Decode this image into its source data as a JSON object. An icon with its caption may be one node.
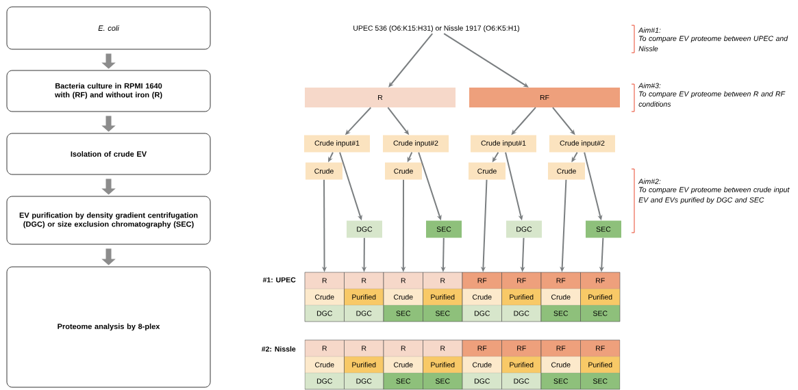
{
  "diagram": {
    "nodes": [
      {
        "text": [
          "E. coli"
        ]
      },
      {
        "text": [
          "Bacteria culture in RPMI 1640 with (RF) and without iron (R)"
        ]
      },
      {
        "text": [
          "Isolation of crude EV"
        ]
      },
      {
        "text": [
          "EV purification by density gradient centrifugation (DGC) or size exclusion chromatography (SEC)"
        ]
      },
      {
        "text": [
          "Proteome analysis by 8-plex"
        ]
      },
      {
        "text": [
          "UPEC 536 (O6:K15:H31) or Nissle 1917 (O6:K5:H1)"
        ]
      },
      {
        "text": [
          "R"
        ]
      },
      {
        "text": [
          "RF"
        ]
      },
      {
        "text": [
          "Crude input#1"
        ]
      },
      {
        "text": [
          "Crude input#2"
        ]
      },
      {
        "text": [
          "Crude input#1"
        ]
      },
      {
        "text": [
          "Crude input#2"
        ]
      },
      {
        "text": [
          "Crude"
        ]
      },
      {
        "text": [
          "Crude"
        ]
      },
      {
        "text": [
          "Crude"
        ]
      },
      {
        "text": [
          "Crude"
        ]
      },
      {
        "text": [
          "DGC"
        ]
      },
      {
        "text": [
          "SEC"
        ]
      },
      {
        "text": [
          "DGC"
        ]
      },
      {
        "text": [
          "SEC"
        ]
      },
      {
        "text": [
          "R",
          "Crude",
          "DGC"
        ]
      },
      {
        "text": [
          "R",
          "Purified",
          "DGC"
        ]
      },
      {
        "text": [
          "R",
          "Crude",
          "SEC"
        ]
      },
      {
        "text": [
          "R",
          "Purified",
          "SEC"
        ]
      },
      {
        "text": [
          "RF",
          "Crude",
          "DGC"
        ]
      },
      {
        "text": [
          "RF",
          "Purified",
          "DGC"
        ]
      },
      {
        "text": [
          "RF",
          "Crude",
          "SEC"
        ]
      },
      {
        "text": [
          "RF",
          "Purified",
          "SEC"
        ]
      },
      {
        "text": [
          "R",
          "Crude",
          "DGC"
        ]
      },
      {
        "text": [
          "R",
          "Purified",
          "DGC"
        ]
      },
      {
        "text": [
          "R",
          "Crude",
          "SEC"
        ]
      },
      {
        "text": [
          "R",
          "Purified",
          "SEC"
        ]
      },
      {
        "text": [
          "RF",
          "Crude",
          "DGC"
        ]
      },
      {
        "text": [
          "RF",
          "Purified",
          "DGC"
        ]
      },
      {
        "text": [
          "RF",
          "Crude",
          "SEC"
        ]
      },
      {
        "text": [
          "RF",
          "Purified",
          "SEC"
        ]
      }
    ],
    "edges": [
      {
        "from": 0,
        "to": 1,
        "arrow": "to",
        "style": "thick"
      },
      {
        "from": 1,
        "to": 2,
        "arrow": "to",
        "style": "thick"
      },
      {
        "from": 2,
        "to": 3,
        "arrow": "to",
        "style": "thick"
      },
      {
        "from": 3,
        "to": 4,
        "arrow": "to",
        "style": "thick"
      },
      {
        "from": 5,
        "to": 6,
        "arrow": "to"
      },
      {
        "from": 5,
        "to": 7,
        "arrow": "to"
      },
      {
        "from": 6,
        "to": 8,
        "arrow": "to"
      },
      {
        "from": 6,
        "to": 9,
        "arrow": "to"
      },
      {
        "from": 7,
        "to": 10,
        "arrow": "to"
      },
      {
        "from": 7,
        "to": 11,
        "arrow": "to"
      },
      {
        "from": 8,
        "to": 12,
        "arrow": "to"
      },
      {
        "from": 8,
        "to": 16,
        "arrow": "to"
      },
      {
        "from": 9,
        "to": 13,
        "arrow": "to"
      },
      {
        "from": 9,
        "to": 17,
        "arrow": "to"
      },
      {
        "from": 10,
        "to": 14,
        "arrow": "to"
      },
      {
        "from": 10,
        "to": 18,
        "arrow": "to"
      },
      {
        "from": 11,
        "to": 15,
        "arrow": "to"
      },
      {
        "from": 11,
        "to": 19,
        "arrow": "to"
      },
      {
        "from": 12,
        "to": 20,
        "arrow": "to"
      },
      {
        "from": 16,
        "to": 21,
        "arrow": "to"
      },
      {
        "from": 13,
        "to": 22,
        "arrow": "to"
      },
      {
        "from": 17,
        "to": 23,
        "arrow": "to"
      },
      {
        "from": 14,
        "to": 24,
        "arrow": "to"
      },
      {
        "from": 18,
        "to": 25,
        "arrow": "to"
      },
      {
        "from": 15,
        "to": 26,
        "arrow": "to"
      },
      {
        "from": 19,
        "to": 27,
        "arrow": "to"
      }
    ],
    "labels": [
      "Aim#1:",
      "To compare EV proteome between UPEC and Nissle",
      "Aim#3:",
      "To compare EV proteome between R and RF conditions",
      "#1: UPEC",
      "Aim#2:",
      "To compare EV proteome between crude input EV and EVs purified by DGC and SEC",
      "#2: Nissle"
    ]
  }
}
